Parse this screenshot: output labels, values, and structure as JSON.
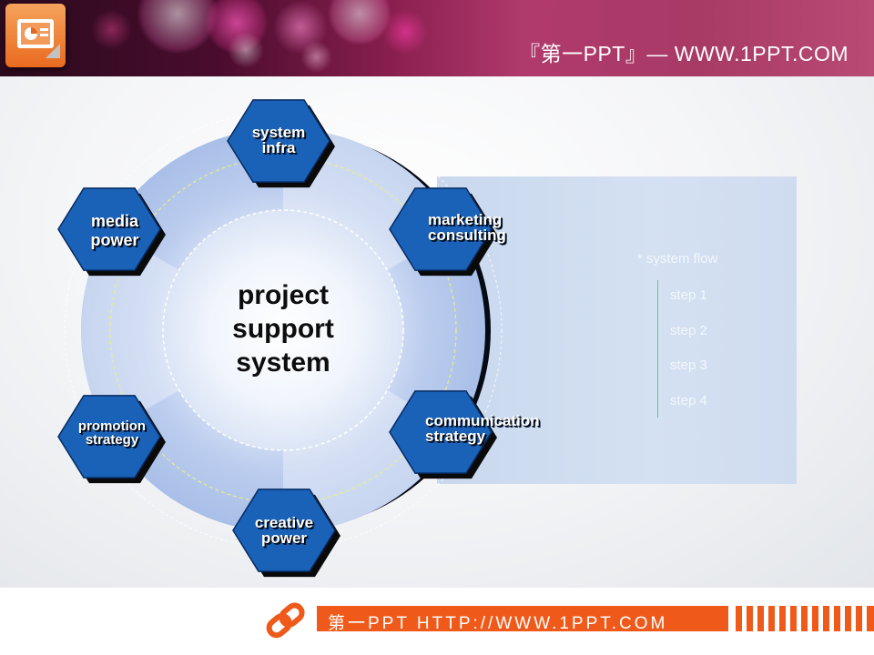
{
  "header": {
    "brand_text": "『第一PPT』— WWW.1PPT.COM",
    "logo_icon": "presentation-icon"
  },
  "diagram": {
    "center": [
      "project",
      "support",
      "system"
    ],
    "nodes": [
      {
        "id": "system-infra",
        "lines": [
          "system",
          "infra"
        ]
      },
      {
        "id": "marketing-consulting",
        "lines": [
          "marketing",
          "consulting"
        ]
      },
      {
        "id": "communication-strategy",
        "lines": [
          "communication",
          "strategy"
        ]
      },
      {
        "id": "creative-power",
        "lines": [
          "creative",
          "power"
        ]
      },
      {
        "id": "promotion-strategy",
        "lines": [
          "promotion",
          "strategy"
        ]
      },
      {
        "id": "media-power",
        "lines": [
          "media",
          "power"
        ]
      }
    ]
  },
  "flow": {
    "title": "* system flow",
    "steps": [
      "step 1",
      "step 2",
      "step 3",
      "step 4"
    ]
  },
  "footer": {
    "text": "第一PPT HTTP://WWW.1PPT.COM",
    "logo_icon": "link-icon"
  },
  "colors": {
    "hex_fill": "#1a62b8",
    "hex_dark": "#062a60",
    "accent_orange": "#ef5a1a",
    "flow_line": "#5fd06a"
  }
}
